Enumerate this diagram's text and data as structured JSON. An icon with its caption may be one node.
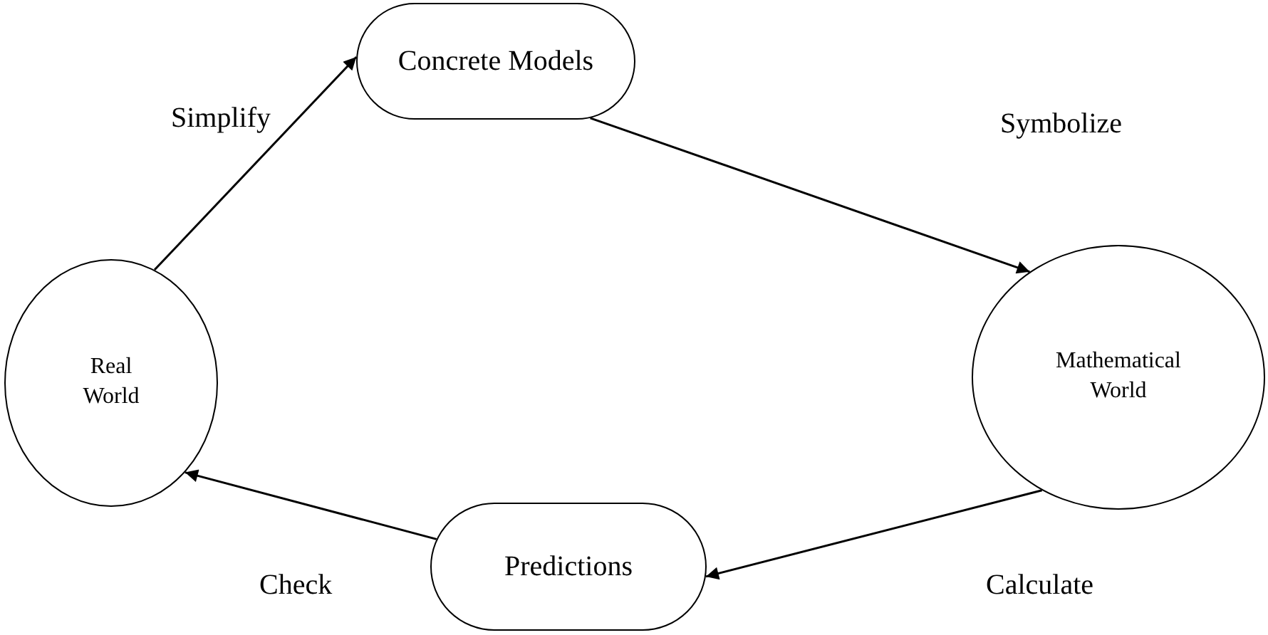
{
  "diagram": {
    "nodes": [
      {
        "text": [
          "Concrete Models"
        ]
      },
      {
        "text": [
          "Mathematical World"
        ]
      },
      {
        "text": [
          "Predictions"
        ]
      },
      {
        "text": [
          "Real World"
        ]
      }
    ],
    "edges": [
      {
        "from": 3,
        "to": 0,
        "arrow": "to",
        "label": "Simplify"
      },
      {
        "from": 0,
        "to": 1,
        "arrow": "to",
        "label": "Symbolize"
      },
      {
        "from": 1,
        "to": 2,
        "arrow": "to",
        "label": "Calculate"
      },
      {
        "from": 2,
        "to": 3,
        "arrow": "to",
        "label": "Check"
      }
    ]
  }
}
